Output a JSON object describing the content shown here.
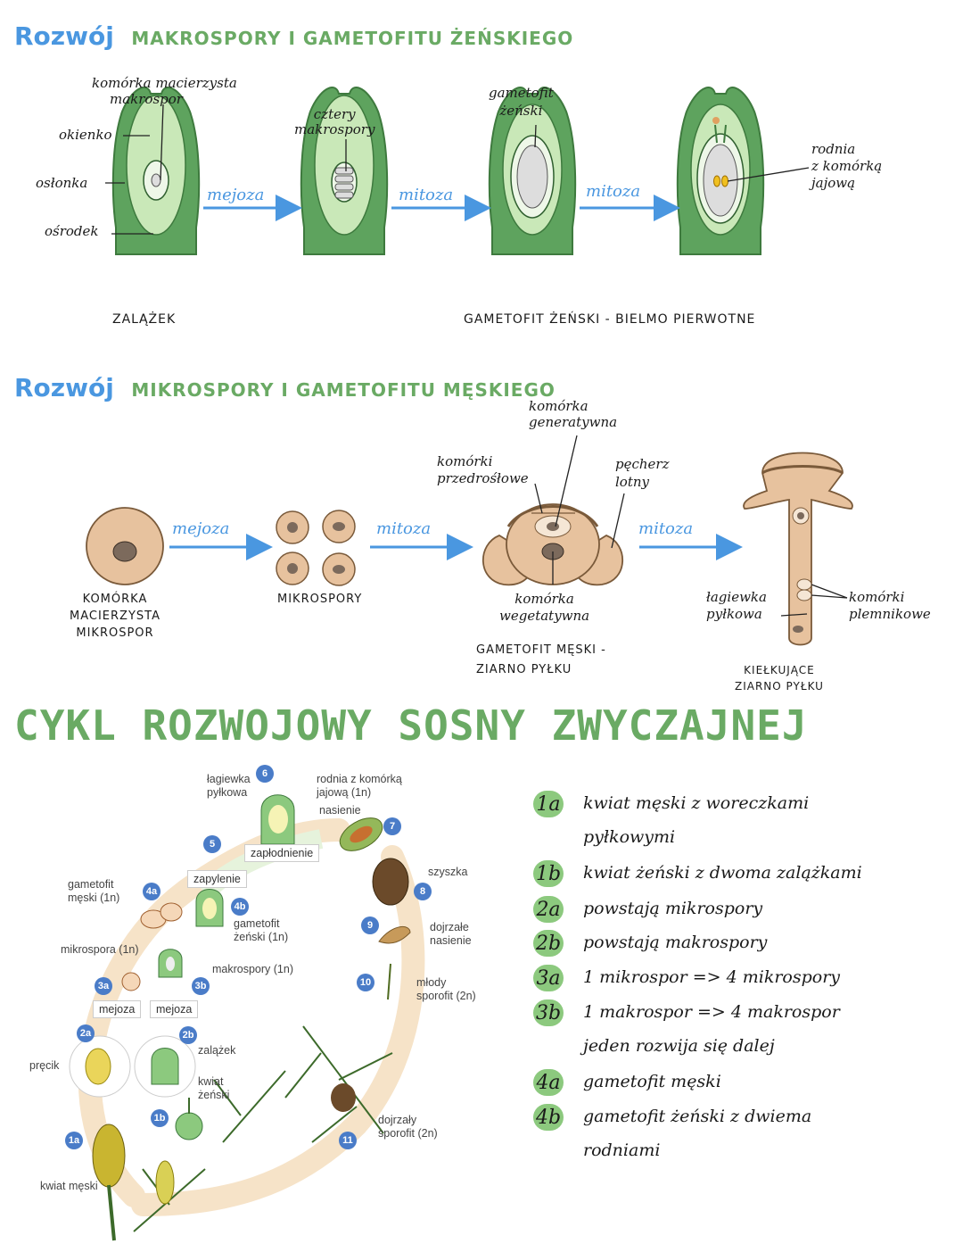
{
  "macro": {
    "title_first": "Rozwój",
    "title_rest": "MAKROSPORY I GAMETOFITU ŻEŃSKIEGO",
    "labels": {
      "mother_cell": [
        "komórka macierzysta",
        "makrospor"
      ],
      "integument_cover": "okienko",
      "integuments": "osłonka",
      "nucellus": "ośrodek",
      "four_spores": [
        "cztery",
        "makrospory"
      ],
      "female_gametophyte": [
        "gametofit",
        "żeński"
      ],
      "archegonium": [
        "rodnia",
        "z komórką",
        "jajową"
      ]
    },
    "arrows": [
      "mejoza",
      "mitoza",
      "mitoza"
    ],
    "caption_ovule": "ZALĄŻEK",
    "caption_gametophyte": "GAMETOFIT ŻEŃSKI - BIELMO PIERWOTNE"
  },
  "micro": {
    "title_first": "Rozwój",
    "title_rest": "MIKROSPORY I GAMETOFITU MĘSKIEGO",
    "labels": {
      "generative": [
        "komórka",
        "generatywna"
      ],
      "prothallial": [
        "komórki",
        "przedrośłowe"
      ],
      "air_sac": [
        "pęcherz",
        "lotny"
      ],
      "vegetative": [
        "komórka",
        "wegetatywna"
      ],
      "pollen_tube": [
        "łagiewka",
        "pyłkowa"
      ],
      "sperm_cells": [
        "komórki",
        "plemnikowe"
      ]
    },
    "arrows": [
      "mejoza",
      "mitoza",
      "mitoza"
    ],
    "caption_mother": [
      "KOMÓRKA",
      "MACIERZYSTA",
      "MIKROSPOR"
    ],
    "caption_spores": "MIKROSPORY",
    "caption_gametophyte": [
      "GAMETOFIT MĘSKI -",
      "ZIARNO PYŁKU"
    ],
    "caption_germ": [
      "KIEŁKUJĄCE",
      "ZIARNO PYŁKU"
    ]
  },
  "cycle": {
    "title": "CYKL ROZWOJOWY SOSNY ZWYCZAJNEJ",
    "labels": {
      "pollen_tube": [
        "łagiewka",
        "pyłkowa"
      ],
      "archegonium": [
        "rodnia z komórką",
        "jajową (1n)"
      ],
      "seed": "nasienie",
      "fertilization": "zapłodnienie",
      "pollination": "zapylenie",
      "cone": "szyszka",
      "male_gametophyte": [
        "gametofit",
        "męski (1n)"
      ],
      "female_gametophyte": [
        "gametofit",
        "żeński (1n)"
      ],
      "ripe_seed": [
        "dojrzałe",
        "nasienie"
      ],
      "microspore": "mikrospora (1n)",
      "megaspores": "makrospory (1n)",
      "young_sporophyte": [
        "młody",
        "sporofit (2n)"
      ],
      "meiosis_a": "mejoza",
      "meiosis_b": "mejoza",
      "stamen": "pręcik",
      "ovule": "zalążek",
      "female_flower": [
        "kwiat",
        "żeński"
      ],
      "adult_sporophyte": [
        "dojrzały",
        "sporofit (2n)"
      ],
      "male_flower": "kwiat męski"
    },
    "badges": [
      "6",
      "5",
      "7",
      "4a",
      "8",
      "4b",
      "9",
      "10",
      "3a",
      "3b",
      "2a",
      "2b",
      "1b",
      "1a",
      "11"
    ]
  },
  "legend": [
    {
      "num": "1a",
      "text": [
        "kwiat męski z woreczkami",
        "pyłkowymi"
      ]
    },
    {
      "num": "1b",
      "text": [
        "kwiat żeński z dwoma zalążkami"
      ]
    },
    {
      "num": "2a",
      "text": [
        "powstają mikrospory"
      ]
    },
    {
      "num": "2b",
      "text": [
        "powstają makrospory"
      ]
    },
    {
      "num": "3a",
      "text": [
        "1 mikrospor => 4 mikrospory"
      ]
    },
    {
      "num": "3b",
      "text": [
        "1 makrospor => 4 makrospor",
        "jeden rozwija się dalej"
      ]
    },
    {
      "num": "4a",
      "text": [
        "gametofit męski"
      ]
    },
    {
      "num": "4b",
      "text": [
        "gametofit żeński z dwiema",
        "rodniami"
      ]
    }
  ],
  "colors": {
    "blue_accent": "#4a97e0",
    "green_accent": "#6aaa64",
    "tissue_green": "#5ea35e",
    "light_green": "#c9e8b8",
    "pollen_tan": "#e7c29e",
    "badge_blue": "#4a7cc8"
  }
}
